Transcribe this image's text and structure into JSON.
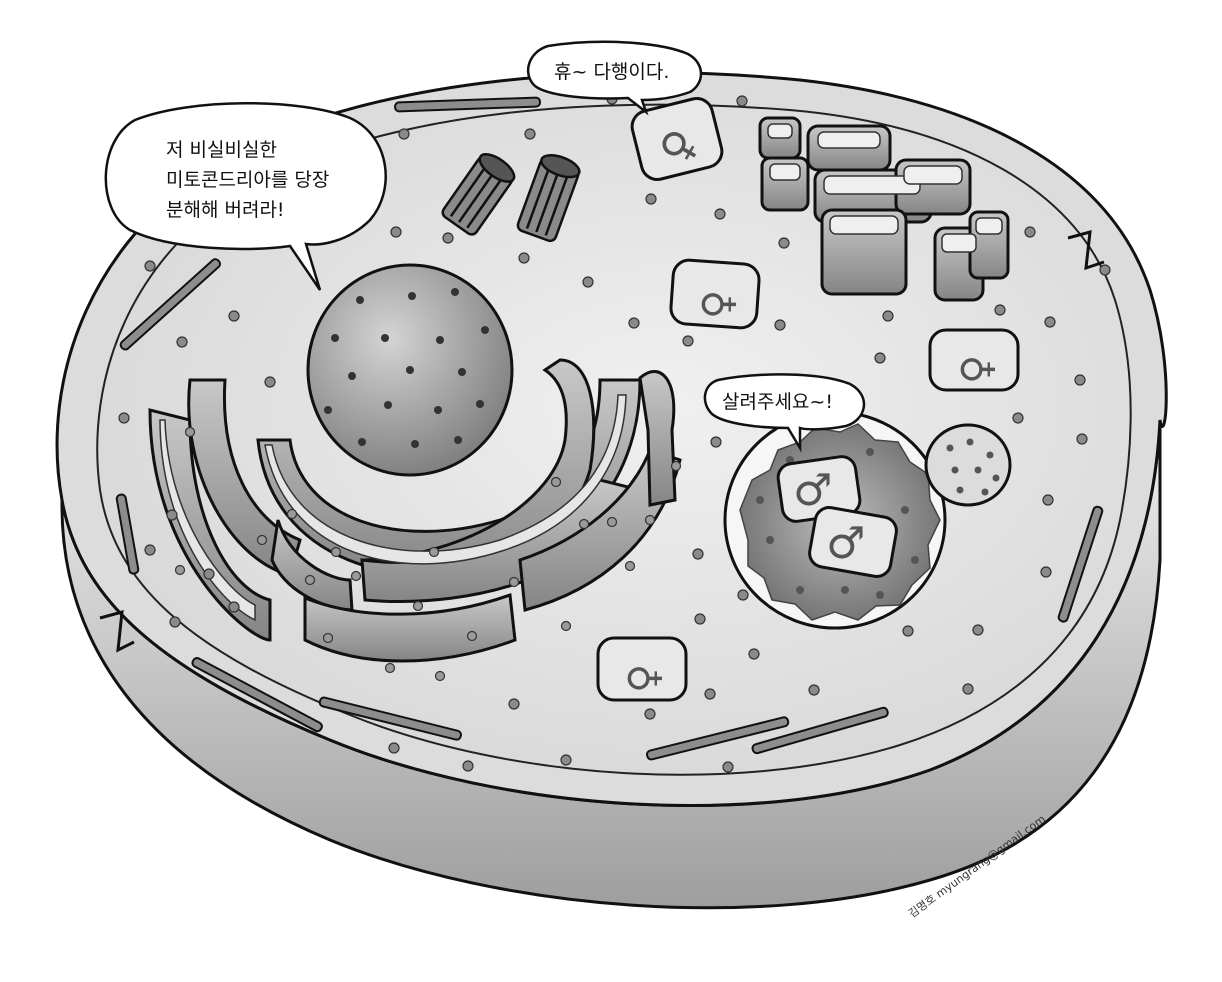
{
  "speech_bubbles": {
    "top": "휴~ 다행이다.",
    "left_lines": [
      "저 비실비실한",
      "미토콘드리아를 당장",
      "분해해 버려라!"
    ],
    "right": "살려주세요~!"
  },
  "credit": "김명호 myungrang@gmail.com",
  "symbols": {
    "female": "♀",
    "male": "♂"
  },
  "colors": {
    "line": "#111111",
    "cell_wall": "#d7d7d7",
    "cytoplasm": "#e9e9e9",
    "organelle": "#9a9a9a",
    "dot": "#8a8a8a"
  }
}
